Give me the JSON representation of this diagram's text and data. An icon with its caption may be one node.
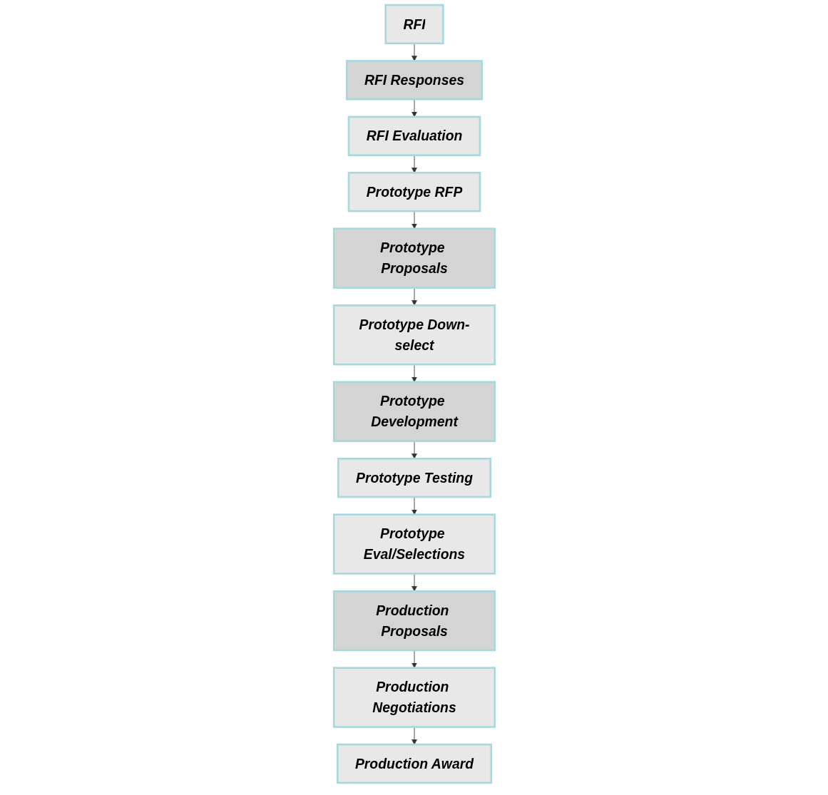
{
  "diagram": {
    "nodes": [
      {
        "text": [
          "RFI"
        ]
      },
      {
        "text": [
          "RFI Responses"
        ]
      },
      {
        "text": [
          "RFI Evaluation"
        ]
      },
      {
        "text": [
          "Prototype RFP"
        ]
      },
      {
        "text": [
          "Prototype Proposals"
        ]
      },
      {
        "text": [
          "Prototype Down-select"
        ]
      },
      {
        "text": [
          "Prototype Development"
        ]
      },
      {
        "text": [
          "Prototype Testing"
        ]
      },
      {
        "text": [
          "Prototype Eval/Selections"
        ]
      },
      {
        "text": [
          "Production Proposals"
        ]
      },
      {
        "text": [
          "Production Negotiations"
        ]
      },
      {
        "text": [
          "Production Award"
        ]
      }
    ],
    "edges": [
      {
        "from": 0,
        "to": 1,
        "arrow": "to"
      },
      {
        "from": 1,
        "to": 2,
        "arrow": "to"
      },
      {
        "from": 2,
        "to": 3,
        "arrow": "to"
      },
      {
        "from": 3,
        "to": 4,
        "arrow": "to"
      },
      {
        "from": 4,
        "to": 5,
        "arrow": "to"
      },
      {
        "from": 5,
        "to": 6,
        "arrow": "to"
      },
      {
        "from": 6,
        "to": 7,
        "arrow": "to"
      },
      {
        "from": 7,
        "to": 8,
        "arrow": "to"
      },
      {
        "from": 8,
        "to": 9,
        "arrow": "to"
      },
      {
        "from": 9,
        "to": 10,
        "arrow": "to"
      },
      {
        "from": 10,
        "to": 11,
        "arrow": "to"
      }
    ]
  }
}
